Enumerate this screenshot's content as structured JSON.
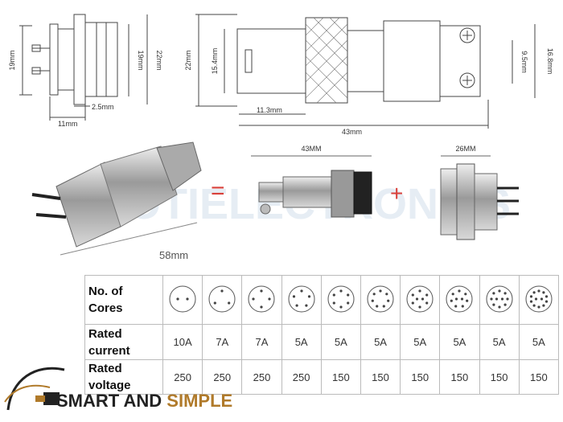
{
  "drawing_side": {
    "dim_height_left": "19mm",
    "dim_height_right": "19mm",
    "dim_height_outer": "22mm",
    "dim_pin_gap": "2.5mm",
    "dim_width": "11mm"
  },
  "drawing_plug": {
    "dim_height_22": "22mm",
    "dim_height_154": "15.4mm",
    "dim_length_113": "11.3mm",
    "dim_length_43": "43mm",
    "dim_height_95": "9.5mm",
    "dim_height_168": "16.8mm"
  },
  "photos": {
    "assembled_length": "58mm",
    "equals_sign": "=",
    "plus_sign": "+",
    "plug_length": "43MM",
    "socket_width": "26MM",
    "watermark": "LOTIELECTRONICS"
  },
  "table": {
    "row_headers": {
      "cores": [
        "No. of",
        "Cores"
      ],
      "current": [
        "Rated",
        "current"
      ],
      "voltage": [
        "Rated",
        "voltage"
      ]
    },
    "columns": [
      {
        "pins": 2,
        "current": "10A",
        "voltage": "250"
      },
      {
        "pins": 3,
        "current": "7A",
        "voltage": "250"
      },
      {
        "pins": 4,
        "current": "7A",
        "voltage": "250"
      },
      {
        "pins": 5,
        "current": "5A",
        "voltage": "250"
      },
      {
        "pins": 6,
        "current": "5A",
        "voltage": "150"
      },
      {
        "pins": 7,
        "current": "5A",
        "voltage": "150"
      },
      {
        "pins": 8,
        "current": "5A",
        "voltage": "150"
      },
      {
        "pins": 9,
        "current": "5A",
        "voltage": "150"
      },
      {
        "pins": 10,
        "current": "5A",
        "voltage": "150"
      },
      {
        "pins": 12,
        "current": "5A",
        "voltage": "150"
      }
    ]
  },
  "brand": {
    "smart": "SMART",
    "and": " AND ",
    "simple": "SIMPLE"
  },
  "colors": {
    "accent_red": "#d9403a",
    "brand_gold": "#b07a2a",
    "line_gray": "#444444"
  }
}
